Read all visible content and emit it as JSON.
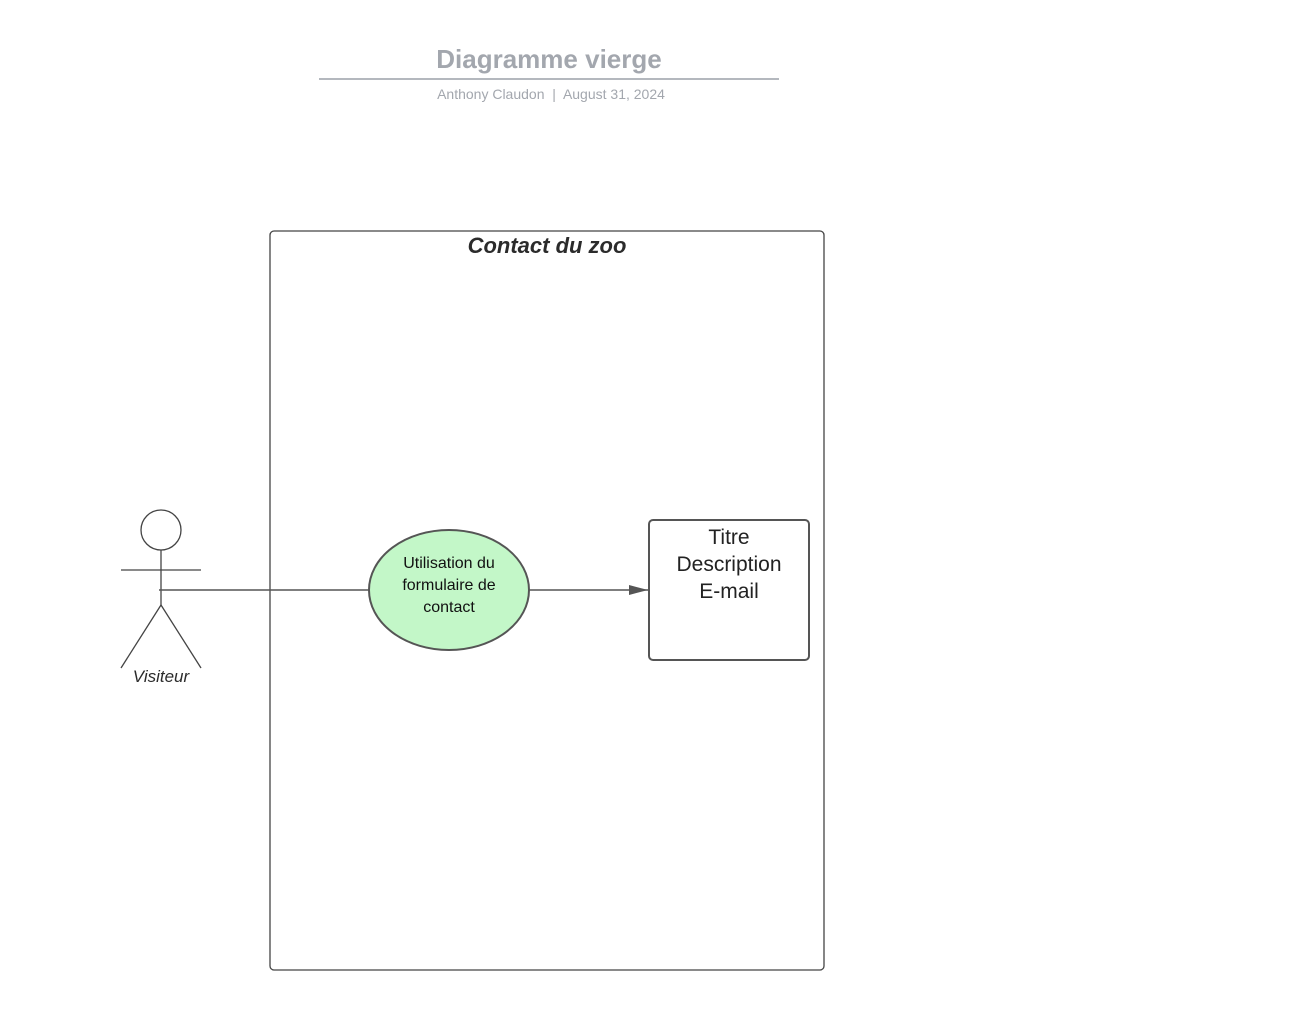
{
  "document": {
    "title": "Diagramme vierge",
    "author": "Anthony Claudon",
    "separator": "|",
    "date": "August 31, 2024"
  },
  "diagram": {
    "system": {
      "title": "Contact du zoo"
    },
    "actor": {
      "label": "Visiteur"
    },
    "use_case": {
      "label": "Utilisation du formulaire de contact",
      "lines": [
        "Utilisation du",
        "formulaire de",
        "contact"
      ],
      "fill_color": "#c3f7c8",
      "stroke_color": "#555555"
    },
    "target_box": {
      "lines": [
        "Titre",
        "Description",
        "E-mail"
      ]
    },
    "line_color": "#555555"
  }
}
